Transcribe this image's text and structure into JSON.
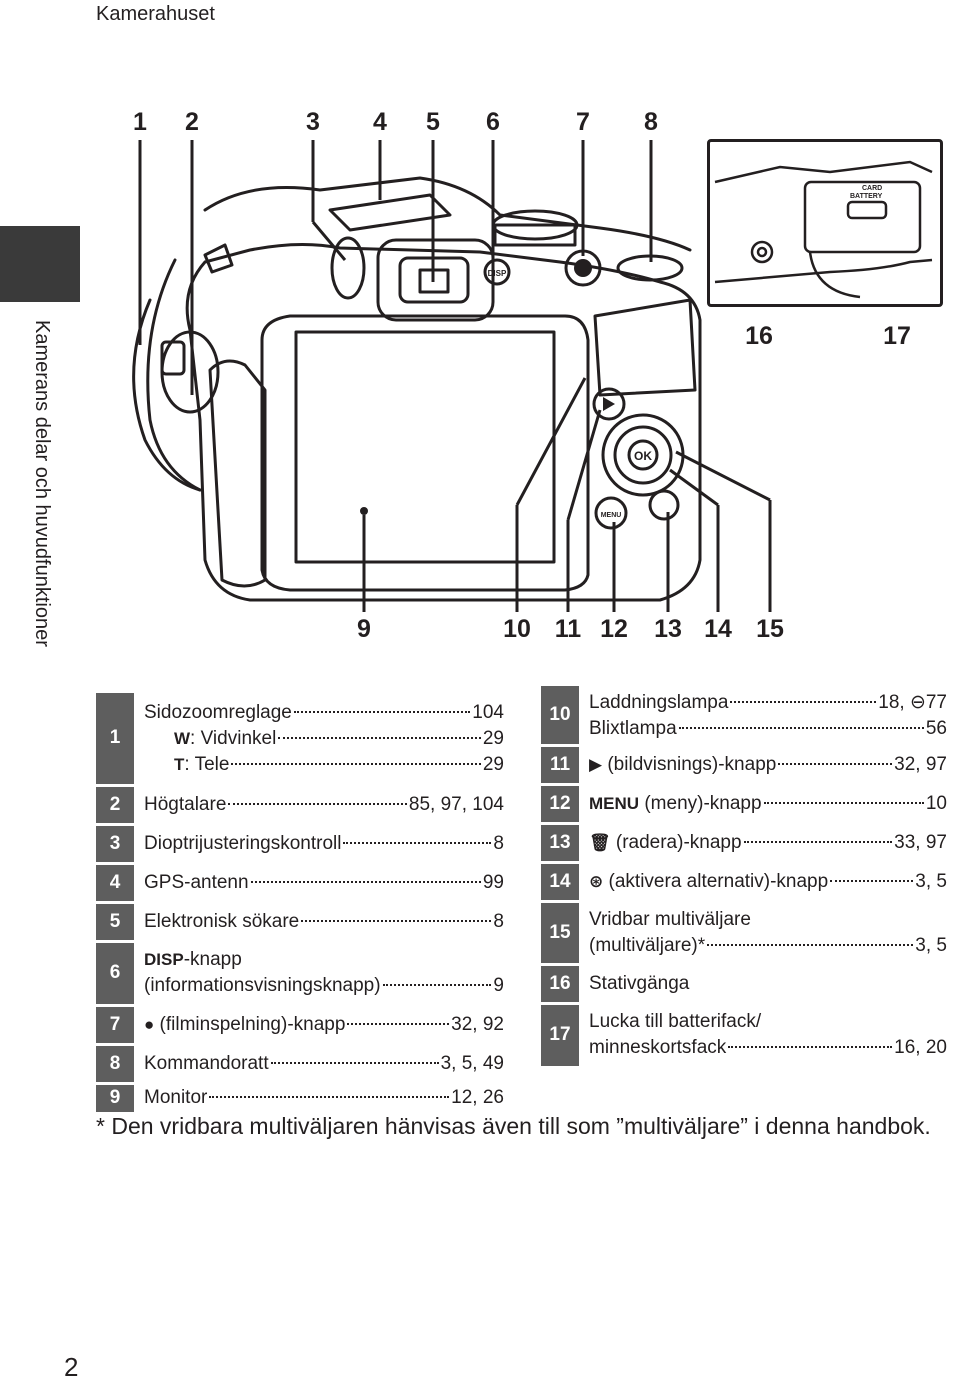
{
  "header": {
    "section_title": "Kamerahuset"
  },
  "side_caption": "Kamerans delar och huvudfunktioner",
  "callouts": {
    "top": [
      "1",
      "2",
      "3",
      "4",
      "5",
      "6",
      "7",
      "8"
    ],
    "inset": [
      "16",
      "17"
    ],
    "bottom": [
      "9",
      "10",
      "11",
      "12",
      "13",
      "14",
      "15"
    ]
  },
  "camera_labels": {
    "disp": "DISP",
    "ok": "OK",
    "menu": "MENU",
    "card": "CARD",
    "battery": "BATTERY"
  },
  "parts_left": [
    {
      "num": "1",
      "lines": [
        {
          "text": "Sidozoomreglage",
          "page": "104"
        },
        {
          "sym": "W",
          "text": ": Vidvinkel",
          "page": "29",
          "indent": true
        },
        {
          "sym": "T",
          "text": ": Tele",
          "page": "29",
          "indent": true
        }
      ]
    },
    {
      "num": "2",
      "lines": [
        {
          "text": "Högtalare",
          "page": "85, 97, 104"
        }
      ]
    },
    {
      "num": "3",
      "lines": [
        {
          "text": "Dioptrijusteringskontroll",
          "page": "8"
        }
      ]
    },
    {
      "num": "4",
      "lines": [
        {
          "text": "GPS-antenn",
          "page": "99"
        }
      ]
    },
    {
      "num": "5",
      "lines": [
        {
          "text": "Elektronisk sökare",
          "page": "8"
        }
      ]
    },
    {
      "num": "6",
      "lines": [
        {
          "sym": "DISP",
          "text": "-knapp"
        },
        {
          "text": "(informationsvisningsknapp)",
          "page": "9"
        }
      ]
    },
    {
      "num": "7",
      "lines": [
        {
          "sym": "●",
          "text": " (filminspelning)-knapp",
          "page": "32, 92"
        }
      ]
    },
    {
      "num": "8",
      "lines": [
        {
          "text": "Kommandoratt",
          "page": "3, 5, 49"
        }
      ]
    },
    {
      "num": "9",
      "lines": [
        {
          "text": "Monitor",
          "page": "12, 26"
        }
      ]
    }
  ],
  "parts_right": [
    {
      "num": "10",
      "lines": [
        {
          "text": "Laddningslampa",
          "page": "18, ⊖77"
        },
        {
          "text": "Blixtlampa",
          "page": "56"
        }
      ]
    },
    {
      "num": "11",
      "lines": [
        {
          "sym": "▶",
          "text": " (bildvisnings)-knapp",
          "page": "32, 97"
        }
      ]
    },
    {
      "num": "12",
      "lines": [
        {
          "sym": "MENU",
          "text": " (meny)-knapp",
          "page": "10"
        }
      ]
    },
    {
      "num": "13",
      "lines": [
        {
          "sym": "🗑",
          "text": " (radera)-knapp",
          "page": "33, 97"
        }
      ]
    },
    {
      "num": "14",
      "lines": [
        {
          "sym": "⊛",
          "text": " (aktivera alternativ)-knapp",
          "page": "3, 5"
        }
      ]
    },
    {
      "num": "15",
      "lines": [
        {
          "text": "Vridbar multiväljare"
        },
        {
          "text": "(multiväljare)*",
          "page": "3, 5"
        }
      ]
    },
    {
      "num": "16",
      "lines": [
        {
          "text": "Stativgänga"
        }
      ]
    },
    {
      "num": "17",
      "lines": [
        {
          "text": "Lucka till batterifack/"
        },
        {
          "text": "minneskortsfack",
          "page": "16, 20"
        }
      ]
    }
  ],
  "footnote": "* Den vridbara multiväljaren hänvisas även till som ”multiväljare” i denna handbok.",
  "page_number": "2"
}
